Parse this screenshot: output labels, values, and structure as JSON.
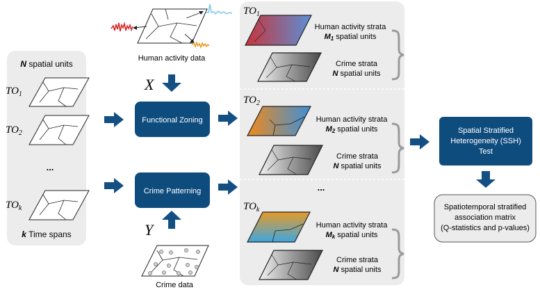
{
  "left_panel": {
    "title_bold": "N",
    "title_rest": " spatial units",
    "tos": [
      {
        "base": "TO",
        "sub": "1"
      },
      {
        "base": "TO",
        "sub": "2"
      },
      {
        "base": "TO",
        "sub": "k"
      }
    ],
    "ellipsis": "...",
    "footer_bold": "k",
    "footer_rest": " Time spans"
  },
  "inputs": {
    "human_activity_label": "Human activity data",
    "crime_label": "Crime data",
    "x_var": "X",
    "y_var": "Y"
  },
  "process": {
    "functional_zoning": "Functional Zoning",
    "crime_patterning": "Crime Patterning"
  },
  "strata_panel": {
    "groups": [
      {
        "to_base": "TO",
        "to_sub": "1",
        "ha_label": "Human activity strata",
        "ha_units_bold": "M",
        "ha_units_sub": "1",
        "crime_label": "Crime strata",
        "crime_units_bold": "N",
        "units_rest": " spatial units"
      },
      {
        "to_base": "TO",
        "to_sub": "2",
        "ha_label": "Human activity strata",
        "ha_units_bold": "M",
        "ha_units_sub": "2",
        "crime_label": "Crime strata",
        "crime_units_bold": "N",
        "units_rest": " spatial units"
      },
      {
        "to_base": "TO",
        "to_sub": "k",
        "ha_label": "Human activity strata",
        "ha_units_bold": "M",
        "ha_units_sub": "k",
        "crime_label": "Crime strata",
        "crime_units_bold": "N",
        "units_rest": " spatial units"
      }
    ],
    "ellipsis": "..."
  },
  "ssh_test": {
    "line1": "Spatial Stratified",
    "line2": "Heterogeneity (SSH)",
    "line3": "Test"
  },
  "result": {
    "line1": "Spatiotemporal stratified",
    "line2": "association matrix",
    "line3": "(Q-statistics and p-values)"
  },
  "colors": {
    "process_box": "#0f4c7e",
    "arrow": "#134f82",
    "panel_bg": "#ececec",
    "result_bg": "#ececec"
  }
}
